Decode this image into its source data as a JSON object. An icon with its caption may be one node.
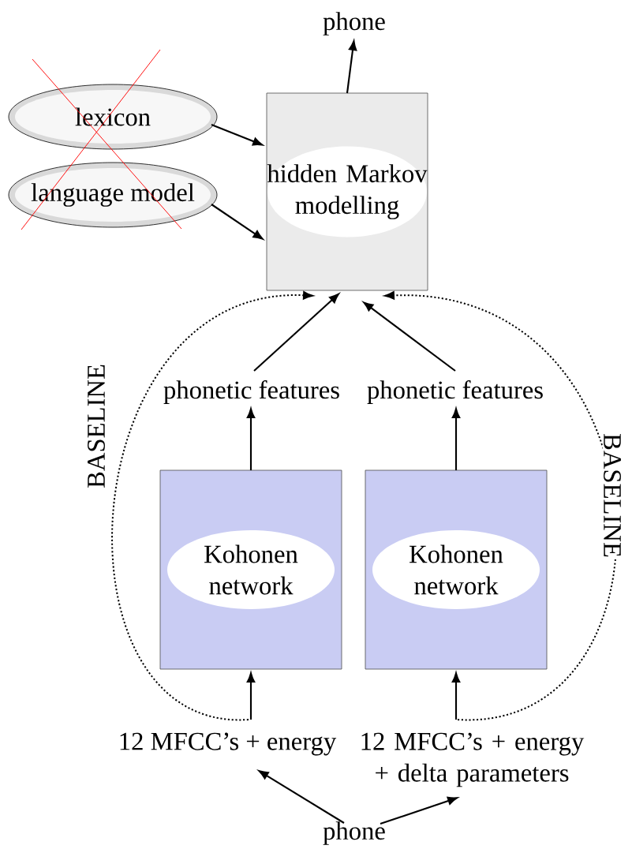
{
  "diagram": {
    "nodes": [
      {
        "text": [
          "phone"
        ]
      },
      {
        "text": [
          "lexicon"
        ]
      },
      {
        "text": [
          "language model"
        ]
      },
      {
        "text": [
          "hidden Markov modelling"
        ]
      },
      {
        "text": [
          "phonetic features"
        ]
      },
      {
        "text": [
          "phonetic features"
        ]
      },
      {
        "text": [
          "Kohonen network"
        ]
      },
      {
        "text": [
          "Kohonen network"
        ]
      },
      {
        "text": [
          "12 MFCC’s + energy"
        ]
      },
      {
        "text": [
          "12 MFCC’s + energy + delta parameters"
        ]
      },
      {
        "text": [
          "phone"
        ]
      }
    ],
    "edges": [
      {
        "from": 3,
        "to": 0,
        "arrow": "to"
      },
      {
        "from": 1,
        "to": 3,
        "arrow": "to"
      },
      {
        "from": 2,
        "to": 3,
        "arrow": "to"
      },
      {
        "from": 4,
        "to": 3,
        "arrow": "to"
      },
      {
        "from": 5,
        "to": 3,
        "arrow": "to"
      },
      {
        "from": 6,
        "to": 4,
        "arrow": "to"
      },
      {
        "from": 7,
        "to": 5,
        "arrow": "to"
      },
      {
        "from": 8,
        "to": 6,
        "arrow": "to"
      },
      {
        "from": 9,
        "to": 7,
        "arrow": "to"
      },
      {
        "from": 10,
        "to": 8,
        "arrow": "to"
      },
      {
        "from": 10,
        "to": 9,
        "arrow": "to"
      },
      {
        "from": 8,
        "to": 3,
        "arrow": "to",
        "style": "dashed",
        "label": "BASELINE"
      },
      {
        "from": 9,
        "to": 3,
        "arrow": "to",
        "style": "dashed",
        "label": "BASELINE"
      }
    ]
  }
}
